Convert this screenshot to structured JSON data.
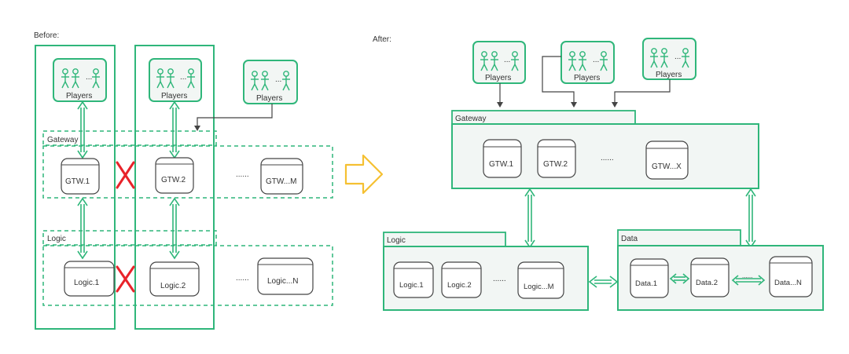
{
  "before": {
    "heading": "Before:",
    "players_label": "Players",
    "gateway_label": "Gateway",
    "logic_label": "Logic",
    "gtw_nodes": [
      "GTW.1",
      "GTW.2",
      "GTW...M"
    ],
    "logic_nodes": [
      "Logic.1",
      "Logic.2",
      "Logic...N"
    ],
    "ellipsis": "......",
    "player_ellipsis": "..."
  },
  "after": {
    "heading": "After:",
    "players_label": "Players",
    "gateway_label": "Gateway",
    "logic_label": "Logic",
    "data_label": "Data",
    "gtw_nodes": [
      "GTW.1",
      "GTW.2",
      "GTW...X"
    ],
    "logic_nodes": [
      "Logic.1",
      "Logic.2",
      "Logic...M"
    ],
    "data_nodes": [
      "Data.1",
      "Data.2",
      "Data...N"
    ],
    "ellipsis": "......",
    "player_ellipsis": "..."
  },
  "colors": {
    "green": "#2fb67a",
    "panel_fill": "#f2f6f4",
    "arrow_yellow": "#f5c032",
    "cross_red": "#e8232a"
  }
}
